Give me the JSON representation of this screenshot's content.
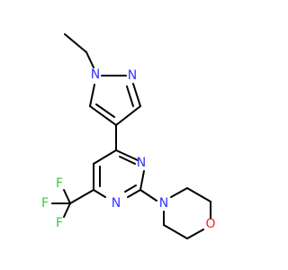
{
  "molecule": {
    "atoms": {
      "pyrazole_n1": {
        "label": "N",
        "color": "#3333ff"
      },
      "pyrazole_n2": {
        "label": "N",
        "color": "#3333ff"
      },
      "pyrimidine_n1": {
        "label": "N",
        "color": "#3333ff"
      },
      "pyrimidine_n3": {
        "label": "N",
        "color": "#3333ff"
      },
      "morpholine_n": {
        "label": "N",
        "color": "#3333ff"
      },
      "morpholine_o": {
        "label": "O",
        "color": "#ff2020"
      },
      "fluorine_top": {
        "label": "F",
        "color": "#33cc33"
      },
      "fluorine_left": {
        "label": "F",
        "color": "#33cc33"
      },
      "fluorine_bottom": {
        "label": "F",
        "color": "#33cc33"
      }
    }
  }
}
